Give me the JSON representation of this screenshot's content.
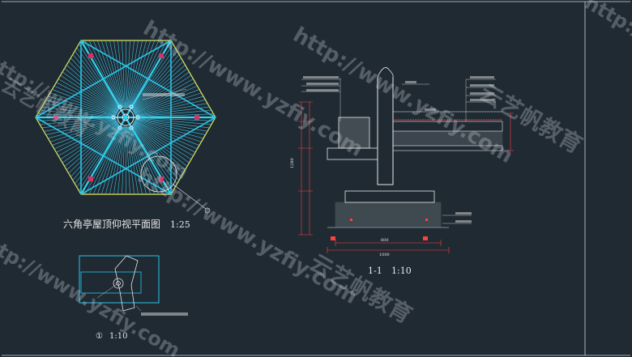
{
  "titles": {
    "roof_plan": "六角亭屋顶仰视平面图",
    "roof_plan_scale": "1:25",
    "detail_scale": "1:10",
    "detail_number": "①",
    "section_label": "1-1",
    "section_scale": "1:10"
  },
  "section_dims": {
    "bottom_width": "1000",
    "inner_width": "600",
    "total_height": "1280"
  },
  "watermarks": {
    "url": "http://www.yzfiy.com",
    "brand": "云艺帆教育"
  },
  "colors": {
    "background": "#1f2a33",
    "hexagon_outline": "#e8e85a",
    "structure": "#29c6e8",
    "rafters": "#3fc0e0",
    "annotation": "#e8e8e8",
    "dimension": "#ff4040"
  }
}
